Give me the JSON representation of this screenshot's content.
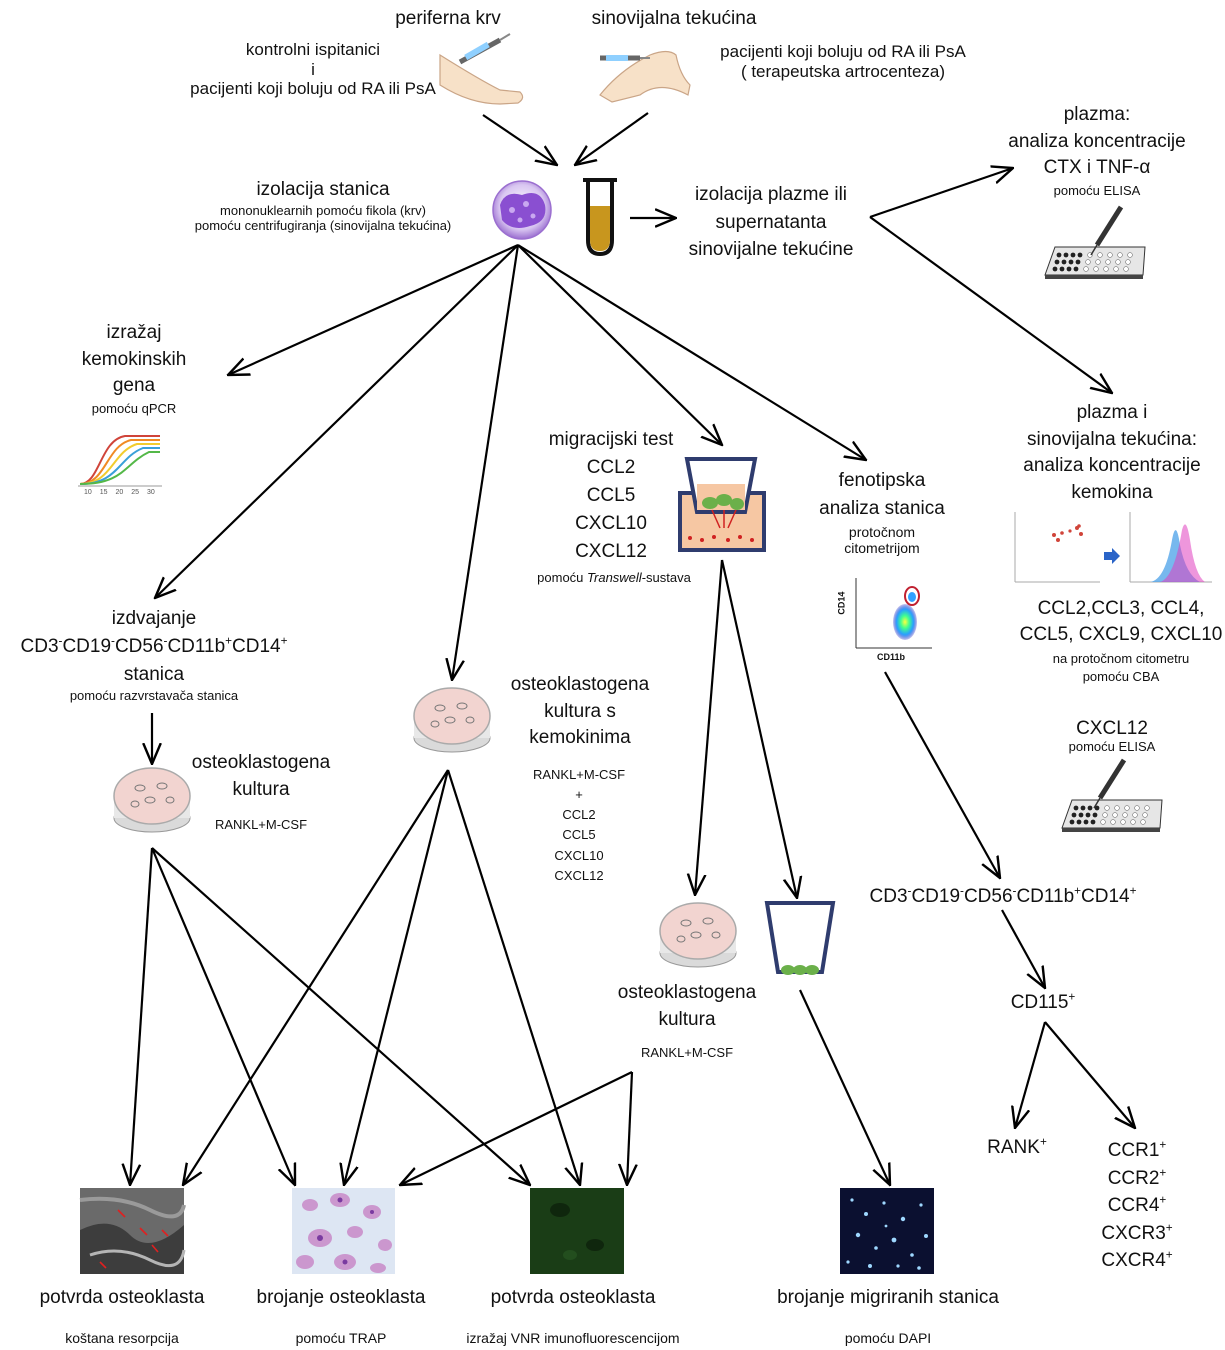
{
  "inputs": {
    "blood_title": "periferna krv",
    "blood_subjects_1": "kontrolni ispitanici",
    "blood_subjects_2": "i",
    "blood_subjects_3": "pacijenti koji boluju od RA ili PsA",
    "sf_title": "sinovijalna tekućina",
    "sf_subjects_1": "pacijenti koji boluju od RA ili PsA",
    "sf_subjects_2": "( terapeutska artrocenteza)"
  },
  "isolation": {
    "title": "izolacija stanica",
    "line1": "mononuklearnih pomoću fikola (krv)",
    "line2": "pomoću centrifugiranja (sinovijalna tekućina)"
  },
  "plasma_isolation": {
    "line1": "izolacija plazme ili",
    "line2": "supernatanta",
    "line3": "sinovijalne tekućine"
  },
  "plasma_ctx": {
    "line1": "plazma:",
    "line2": "analiza koncentracije",
    "line3": "CTX i TNF-α",
    "method": "pomoću ELISA"
  },
  "chemokine_conc": {
    "line1": "plazma i",
    "line2": "sinovijalna tekućina:",
    "line3": "analiza koncentracije",
    "line4": "kemokina",
    "list1": "CCL2,CCL3, CCL4,",
    "list2": "CCL5, CXCL9, CXCL10",
    "method1": "na protočnom citometru",
    "method2": "pomoću CBA",
    "cxcl12": "CXCL12",
    "cxcl12_method": "pomoću ELISA"
  },
  "gene_expr": {
    "line1": "izražaj",
    "line2": "kemokinskih",
    "line3": "gena",
    "method": "pomoću qPCR",
    "axis_ticks": [
      "10",
      "15",
      "20",
      "25",
      "30"
    ]
  },
  "sorting": {
    "title": "izdvajanje",
    "marker_main": "CD3",
    "marker_sups": [
      "-",
      "-",
      "-",
      "+",
      "+"
    ],
    "marker_parts": [
      "CD3",
      "CD19",
      "CD56",
      "CD11b",
      "CD14"
    ],
    "line3": "stanica",
    "method": "pomoću razvrstavača stanica"
  },
  "culture_left": {
    "line1": "osteoklastogena",
    "line2": "kultura",
    "reagents": "RANKL+M-CSF"
  },
  "culture_chem": {
    "line1": "osteoklastogena",
    "line2": "kultura s",
    "line3": "kemokinima",
    "reagents": [
      "RANKL+M-CSF",
      "+",
      "CCL2",
      "CCL5",
      "CXCL10",
      "CXCL12"
    ]
  },
  "migration": {
    "title": "migracijski test",
    "chemokines": [
      "CCL2",
      "CCL5",
      "CXCL10",
      "CXCL12"
    ],
    "method_prefix": "pomoću ",
    "method_italic": "Transwell",
    "method_suffix": "-sustava"
  },
  "culture_mig": {
    "line1": "osteoklastogena",
    "line2": "kultura",
    "reagents": "RANKL+M-CSF"
  },
  "phenotype": {
    "line1": "fenotipska",
    "line2": "analiza stanica",
    "line3": "protočnom",
    "line4": "citometrijom",
    "x_axis": "CD11b",
    "y_axis": "CD14"
  },
  "gating": {
    "population_parts": [
      "CD3",
      "CD19",
      "CD56",
      "CD11b",
      "CD14"
    ],
    "population_sups": [
      "-",
      "-",
      "-",
      "+",
      "+"
    ],
    "cd115": "CD115",
    "rank": "RANK",
    "receptors": [
      "CCR1",
      "CCR2",
      "CCR4",
      "CXCR3",
      "CXCR4"
    ]
  },
  "outputs": [
    {
      "title": "potvrda osteoklasta",
      "method": "koštana resorpcija"
    },
    {
      "title": "brojanje osteoklasta",
      "method": "pomoću TRAP"
    },
    {
      "title": "potvrda osteoklasta",
      "method": "izražaj VNR imunofluorescencijom"
    },
    {
      "title": "brojanje migriranih stanica",
      "method": "pomoću DAPI"
    }
  ],
  "colors": {
    "cell_purple": "#9b6fd0",
    "tube_fill": "#c8961e",
    "transwell_navy": "#2f3c6e",
    "medium_orange": "#f6c7a3",
    "cell_green": "#6bb04a",
    "gfp_green": "#1a3d16",
    "dapi_navy": "#0b1030",
    "trap_pink": "#c88ac8"
  }
}
